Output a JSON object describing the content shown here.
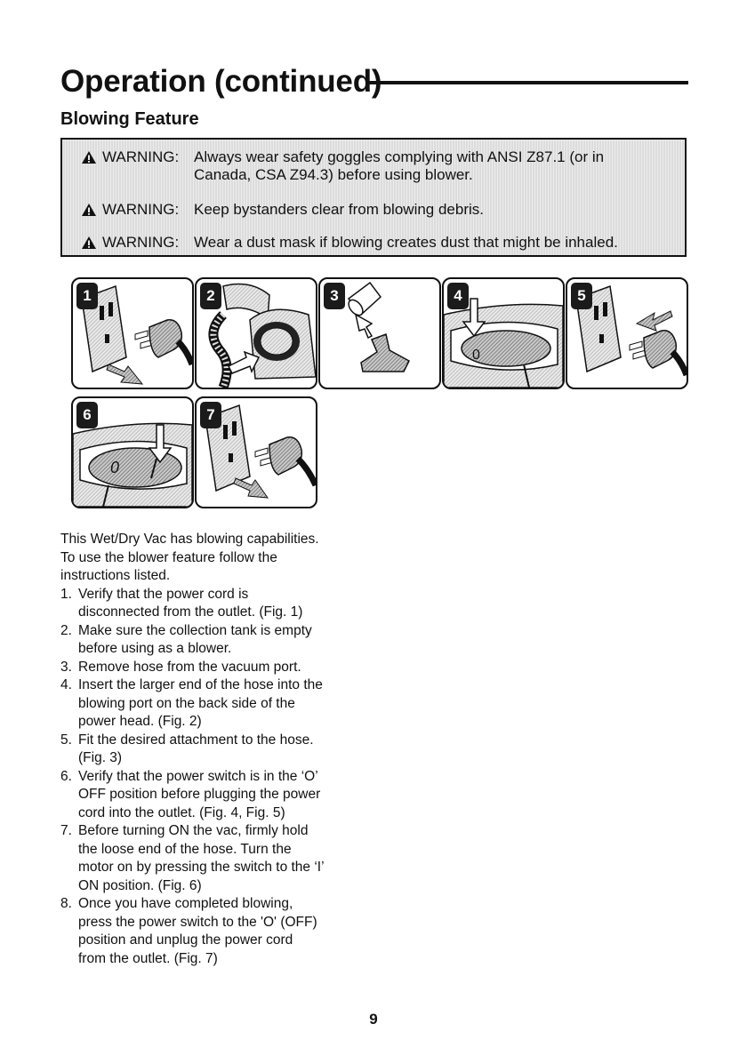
{
  "header": {
    "title": "Operation (continued)",
    "subtitle": "Blowing Feature"
  },
  "warnings": [
    {
      "label": "WARNING:",
      "lines": [
        "Always wear safety goggles complying with ANSI Z87.1 (or in",
        "Canada, CSA Z94.3) before using blower."
      ]
    },
    {
      "label": "WARNING:",
      "lines": [
        "Keep bystanders clear from blowing debris."
      ]
    },
    {
      "label": "WARNING:",
      "lines": [
        "Wear a dust mask if blowing creates dust that might be inhaled."
      ]
    }
  ],
  "figures": [
    {
      "number": "1"
    },
    {
      "number": "2"
    },
    {
      "number": "3"
    },
    {
      "number": "4"
    },
    {
      "number": "5"
    },
    {
      "number": "6"
    },
    {
      "number": "7"
    }
  ],
  "switch_marks": {
    "off": "0"
  },
  "intro": [
    "This Wet/Dry Vac has blowing capabilities.",
    "To use the blower feature follow the",
    "instructions listed."
  ],
  "steps": [
    {
      "num": "1.",
      "lines": [
        "Verify that the power cord is",
        "disconnected from the outlet. (Fig. 1)"
      ]
    },
    {
      "num": "2.",
      "lines": [
        "Make sure the collection tank is empty",
        "before using as a blower."
      ]
    },
    {
      "num": "3.",
      "lines": [
        "Remove hose from the vacuum port."
      ]
    },
    {
      "num": "4.",
      "lines": [
        "Insert the larger end of the hose into the",
        "blowing port on the back side of the",
        "power head. (Fig. 2)"
      ]
    },
    {
      "num": "5.",
      "lines": [
        "Fit the desired attachment to the hose.",
        "(Fig. 3)"
      ]
    },
    {
      "num": "6.",
      "lines": [
        "Verify that the power switch is in the ‘O’",
        "OFF position before plugging the power",
        "cord into the outlet. (Fig. 4, Fig. 5)"
      ]
    },
    {
      "num": "7.",
      "lines": [
        "Before turning ON the vac, firmly hold",
        "the loose end of the hose. Turn the",
        "motor on by pressing the switch to the ‘I’",
        "ON position. (Fig. 6)"
      ]
    },
    {
      "num": "8.",
      "lines": [
        "Once you have completed blowing,",
        "press the power switch to the 'O' (OFF)",
        "position and unplug the power cord",
        "from the outlet. (Fig. 7)"
      ]
    }
  ],
  "footer": {
    "page_number": "9"
  }
}
